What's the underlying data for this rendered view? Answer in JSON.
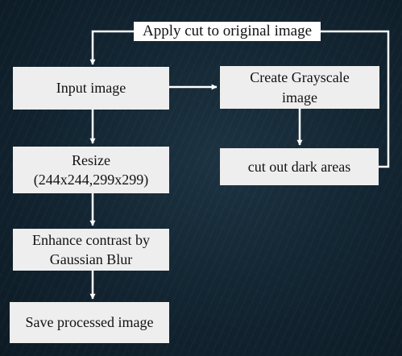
{
  "diagram": {
    "nodes": {
      "input": "Input image",
      "grayscale": "Create Grayscale image",
      "cut_dark": "cut out dark areas",
      "resize": "Resize (244x244,299x299)",
      "enhance": "Enhance contrast by Gaussian Blur",
      "save": "Save processed image"
    },
    "edge_labels": {
      "apply_cut": "Apply cut to original image"
    },
    "edges": [
      {
        "from": "input",
        "to": "grayscale"
      },
      {
        "from": "grayscale",
        "to": "cut_dark"
      },
      {
        "from": "cut_dark",
        "to": "input",
        "label": "apply_cut"
      },
      {
        "from": "input",
        "to": "resize"
      },
      {
        "from": "resize",
        "to": "enhance"
      },
      {
        "from": "enhance",
        "to": "save"
      }
    ],
    "colors": {
      "background": "#132633",
      "box_fill": "#eeeeee",
      "arrow": "#ffffff",
      "text": "#111111"
    }
  }
}
